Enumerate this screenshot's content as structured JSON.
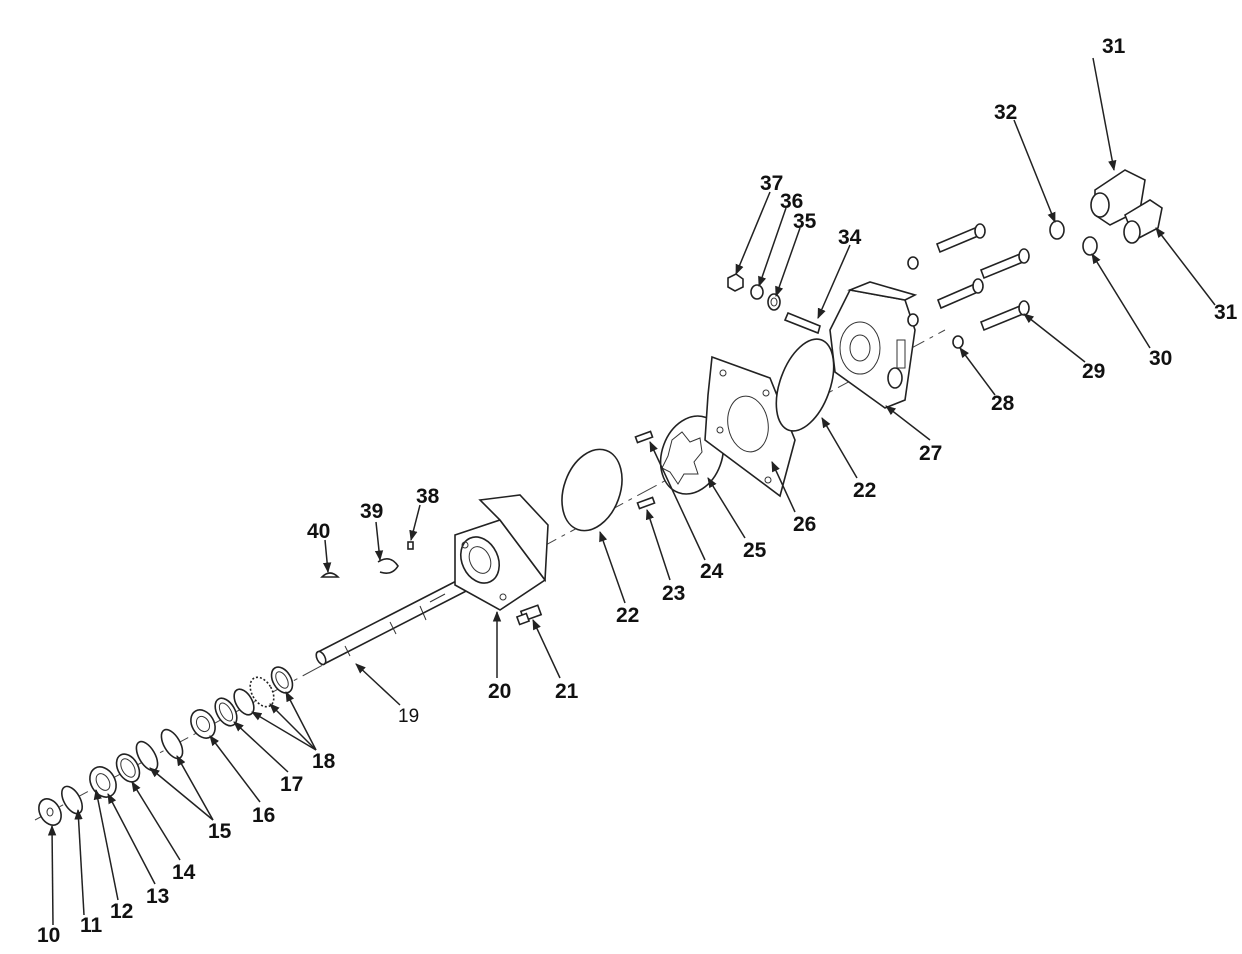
{
  "diagram": {
    "type": "exploded-parts-view",
    "callouts": [
      "10",
      "11",
      "12",
      "13",
      "14",
      "15",
      "16",
      "17",
      "18",
      "19",
      "20",
      "21",
      "22",
      "22",
      "23",
      "24",
      "25",
      "26",
      "27",
      "28",
      "29",
      "30",
      "31",
      "31",
      "32",
      "34",
      "35",
      "36",
      "37",
      "38",
      "39",
      "40"
    ]
  }
}
